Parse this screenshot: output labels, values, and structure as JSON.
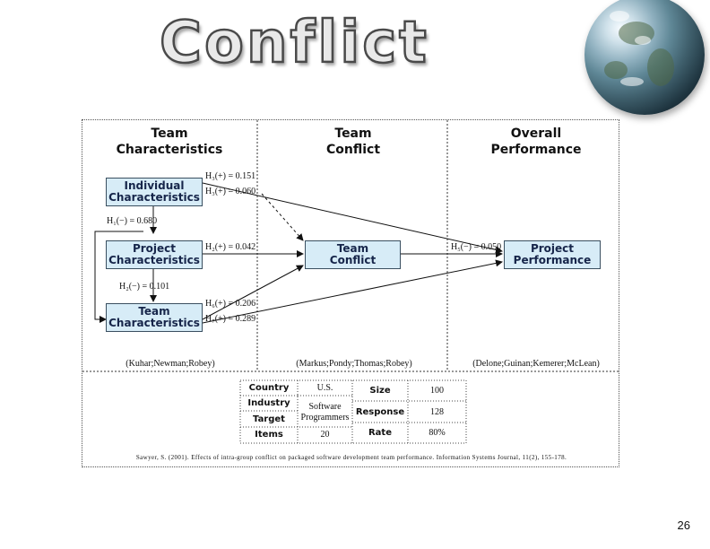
{
  "slide": {
    "title": "Conflict",
    "page_number": "26"
  },
  "columns": {
    "left": "Team\nCharacteristics",
    "middle": "Team\nConflict",
    "right": "Overall\nPerformance"
  },
  "boxes": {
    "individual": "Individual\nCharacteristics",
    "project": "Project\nCharacteristics",
    "team": "Team\nCharacteristics",
    "conflict": "Team\nConflict",
    "performance": "Project\nPerformance"
  },
  "hypotheses": {
    "h3_pos": "H₃(+) = 0.151",
    "h3_neg": "H₃(+) = 0.060",
    "h1": "H₁(−) = 0.680",
    "h2_proj": "H₂(+) = 0.042",
    "h2_neg": "H₂(−) = 0.101",
    "h6": "H₆(+) = 0.206",
    "h7": "H₇(+) = 0.289",
    "h5": "H₅(−) = 0.050"
  },
  "citations": {
    "left": "(Kuhar;Newman;Robey)",
    "middle": "(Markus;Pondy;Thomas;Robey)",
    "right": "(Delone;Guinan;Kemerer;McLean)"
  },
  "sample_table": {
    "keys_left": [
      "Country",
      "Industry",
      "Target",
      "Items"
    ],
    "values_left": [
      "U.S.",
      "Software\nProgrammers",
      "",
      "20"
    ],
    "keys_right": [
      "Size",
      "Response",
      "Rate"
    ],
    "values_right": [
      "100",
      "128",
      "80%"
    ]
  },
  "reference": "Sawyer, S. (2001). Effects of intra-group conflict on packaged software development team performance. Information Systems Journal, 11(2), 155-178."
}
